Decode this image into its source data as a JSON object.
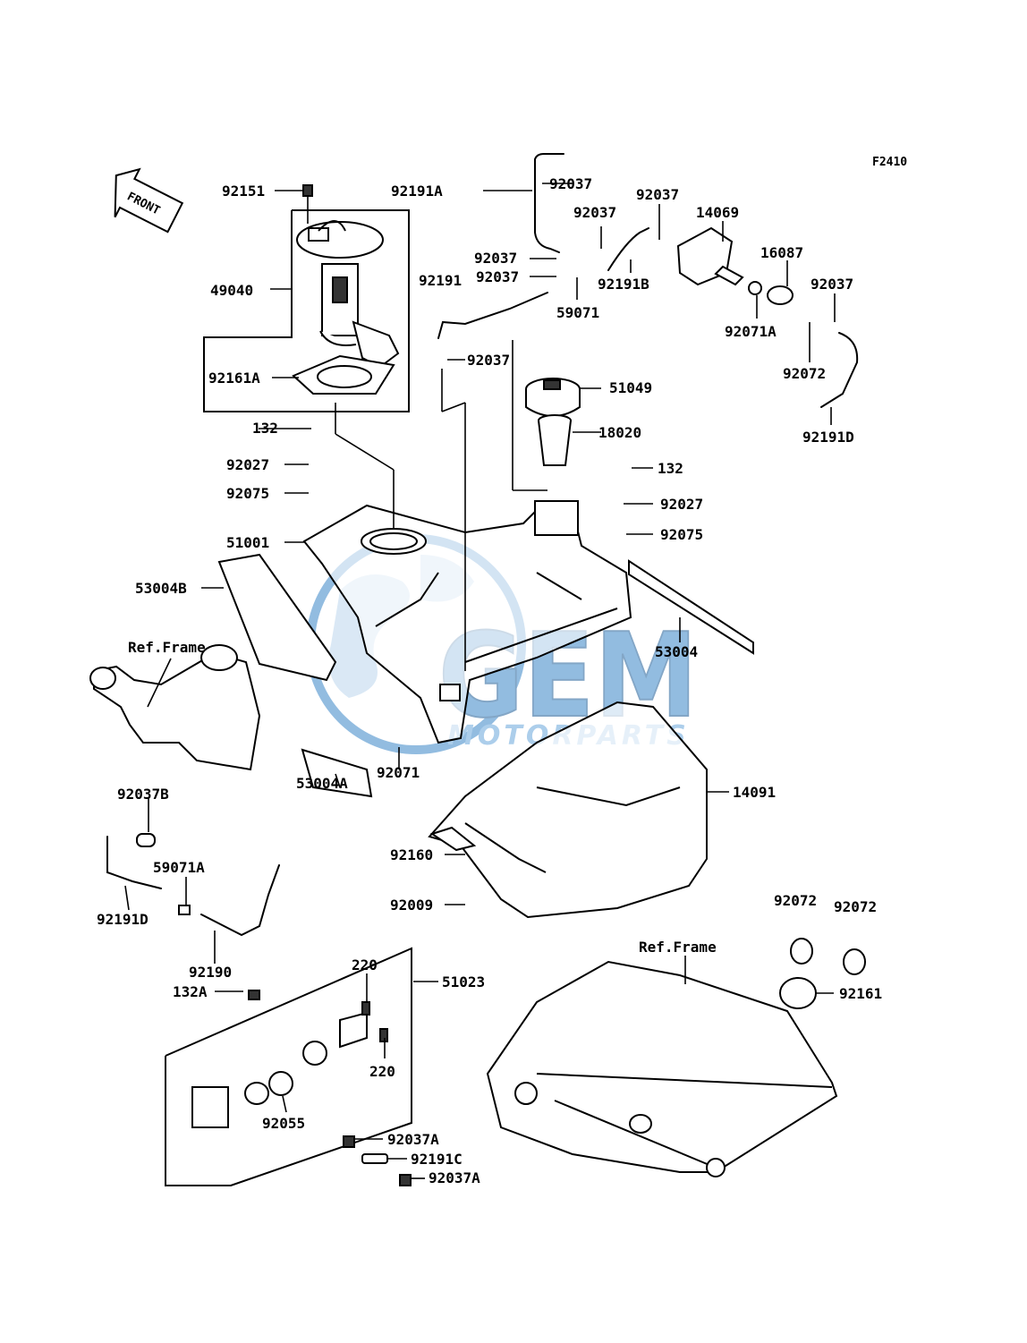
{
  "figure_code": "F2410",
  "front_marker": "FRONT",
  "watermark": {
    "brand": "GEM",
    "sub": "MOTORPARTS",
    "color": "#3a86c8"
  },
  "labels": {
    "l_92151": "92151",
    "l_49040": "49040",
    "l_92161A": "92161A",
    "l_132_a": "132",
    "l_92027_a": "92027",
    "l_92075_a": "92075",
    "l_51001": "51001",
    "l_53004B": "53004B",
    "l_ref_frame_1": "Ref.Frame",
    "l_92037B": "92037B",
    "l_59071A": "59071A",
    "l_92191D_a": "92191D",
    "l_92190": "92190",
    "l_132A": "132A",
    "l_51023": "51023",
    "l_220_a": "220",
    "l_220_b": "220",
    "l_92055": "92055",
    "l_92037A_a": "92037A",
    "l_92191C": "92191C",
    "l_92037A_b": "92037A",
    "l_53004A": "53004A",
    "l_92071": "92071",
    "l_92191A": "92191A",
    "l_92037_1": "92037",
    "l_92037_2": "92037",
    "l_92037_3": "92037",
    "l_92037_4": "92037",
    "l_92037_5": "92037",
    "l_92037_6": "92037",
    "l_92037_7": "92037",
    "l_92191": "92191",
    "l_59071": "59071",
    "l_92191B": "92191B",
    "l_14069": "14069",
    "l_16087": "16087",
    "l_92071A": "92071A",
    "l_92072_a": "92072",
    "l_92191D_b": "92191D",
    "l_51049": "51049",
    "l_18020": "18020",
    "l_132_b": "132",
    "l_92027_b": "92027",
    "l_92075_b": "92075",
    "l_53004": "53004",
    "l_14091": "14091",
    "l_92160": "92160",
    "l_92009": "92009",
    "l_92072_b": "92072",
    "l_92072_c": "92072",
    "l_ref_frame_2": "Ref.Frame",
    "l_92161": "92161"
  }
}
